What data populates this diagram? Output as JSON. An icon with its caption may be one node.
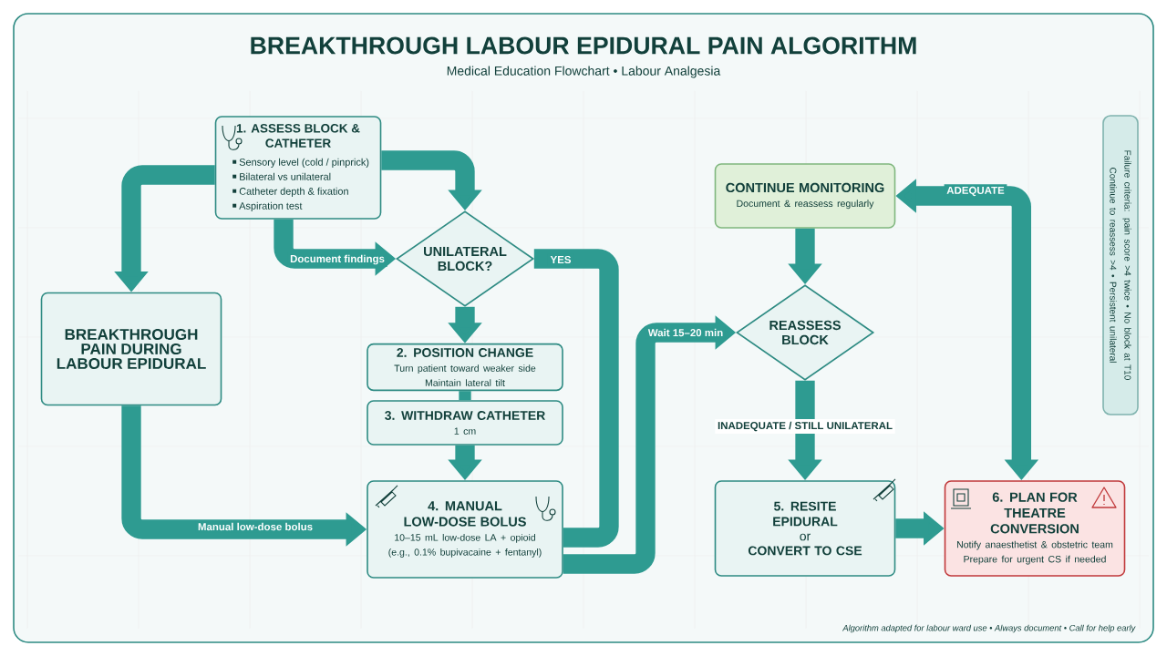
{
  "diagram": {
    "title": "BREAKTHROUGH LABOUR EPIDURAL PAIN ALGORITHM",
    "nodes": [
      {
        "text": [
          "BREAKTHROUGH PAIN DURING LABOUR EPIDURAL"
        ]
      },
      {
        "text": [
          "1. ASSESS BLOCK & CATHETER",
          "Sensory level (cold / pinprick)",
          "Bilateral vs unilateral",
          "Catheter depth & fixation",
          "Aspiration test"
        ]
      },
      {
        "text": [
          "UNILATERAL BLOCK?"
        ]
      },
      {
        "text": [
          "2. POSITION CHANGE",
          "Turn patient toward weaker side",
          "Maintain lateral tilt"
        ]
      },
      {
        "text": [
          "3. WITHDRAW CATHETER",
          "1 cm"
        ]
      },
      {
        "text": [
          "4. MANUAL LOW-DOSE BOLUS",
          "10–15 mL low-dose LA + opioid",
          "(e.g., 0.1% bupivacaine + fentanyl)"
        ]
      },
      {
        "text": [
          "CONTINUE MONITORING",
          "Document & reassess regularly"
        ]
      },
      {
        "text": [
          "REASSESS BLOCK"
        ]
      },
      {
        "text": [
          "5. RESITE EPIDURAL",
          "or",
          "CONVERT TO CSE"
        ]
      },
      {
        "text": [
          "6. PLAN FOR THEATRE CONVERSION",
          "Notify anaesthetist & obstetric team",
          "Prepare for urgent CS if needed"
        ]
      },
      {
        "text": [
          "Failure criteria: pain score >4 twice • No block at T10",
          "Continue to reassess >4 • Persistent unilateral"
        ]
      }
    ],
    "edges": [
      {
        "from": 1,
        "to": 0,
        "arrow": "to"
      },
      {
        "from": 1,
        "to": 2,
        "arrow": "to"
      },
      {
        "from": 1,
        "to": 2,
        "arrow": "to",
        "label": "Document findings"
      },
      {
        "from": 2,
        "to": 5,
        "arrow": "none",
        "label": "YES"
      },
      {
        "from": 2,
        "to": 3,
        "arrow": "to"
      },
      {
        "from": 3,
        "to": 4,
        "arrow": "none"
      },
      {
        "from": 4,
        "to": 5,
        "arrow": "to"
      },
      {
        "from": 0,
        "to": 5,
        "arrow": "to",
        "label": "Manual low-dose bolus"
      },
      {
        "from": 5,
        "to": 7,
        "arrow": "to",
        "label": "Wait 15–20 min"
      },
      {
        "from": 6,
        "to": 7,
        "arrow": "to"
      },
      {
        "from": 7,
        "to": 8,
        "arrow": "to",
        "label": "INADEQUATE / STILL UNILATERAL"
      },
      {
        "from": 8,
        "to": 9,
        "arrow": "to"
      },
      {
        "from": 9,
        "to": 6,
        "arrow": "both",
        "label": "ADEQUATE"
      }
    ],
    "labels": [
      "Medical Education Flowchart • Labour Analgesia",
      "Algorithm adapted for labour ward use • Always document • Call for help early"
    ]
  }
}
